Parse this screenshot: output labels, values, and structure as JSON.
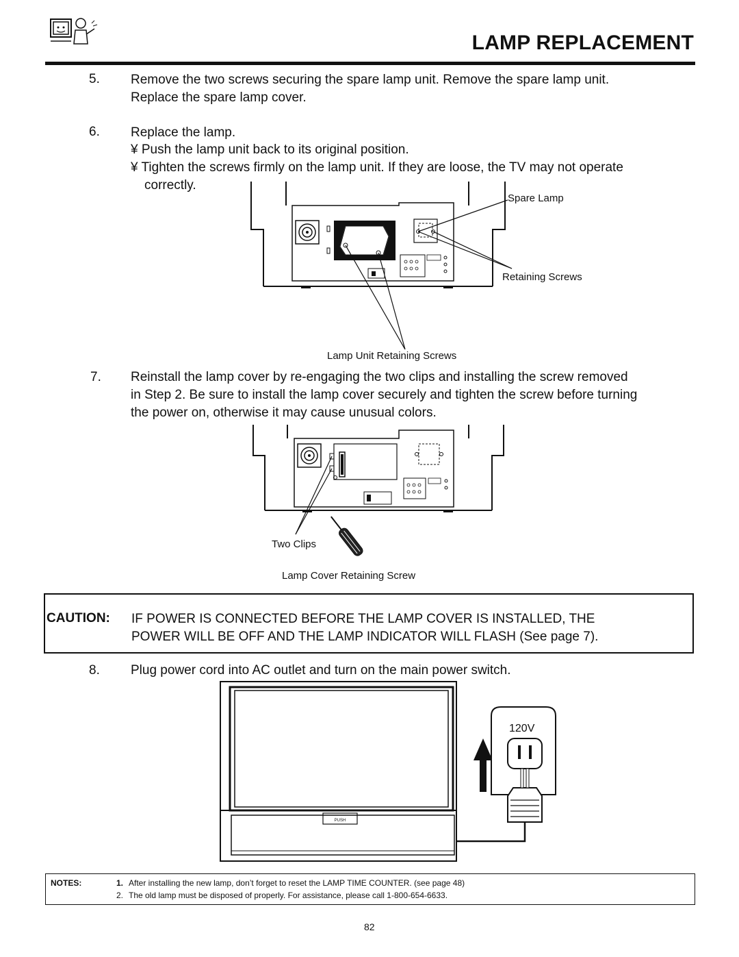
{
  "header": {
    "title": "LAMP REPLACEMENT"
  },
  "steps": [
    {
      "num": "5.",
      "lines": [
        "Remove the two screws securing the spare lamp unit.  Remove the spare lamp unit.",
        "Replace the spare lamp cover."
      ]
    },
    {
      "num": "6.",
      "lines": [
        "Replace the lamp.",
        "¥  Push the lamp unit back to its original position.",
        "¥  Tighten the screws firmly on the lamp unit.  If they are loose, the TV may not operate",
        "correctly."
      ]
    },
    {
      "num": "7.",
      "lines": [
        "Reinstall the lamp cover by re-engaging the two clips and installing the screw removed",
        "in Step 2.  Be sure to install the lamp cover securely and tighten the screw before turning",
        "the power on, otherwise it may cause unusual colors."
      ]
    },
    {
      "num": "8.",
      "lines": [
        "Plug power cord into AC outlet and turn on the main power switch."
      ]
    }
  ],
  "figure1": {
    "spare_lamp": "Spare Lamp",
    "retaining_screws": "Retaining Screws",
    "lamp_unit_retaining_screws": "Lamp Unit Retaining Screws"
  },
  "figure2": {
    "two_clips": "Two Clips",
    "lamp_cover_retaining_screw": "Lamp Cover Retaining Screw"
  },
  "caution": {
    "label": "CAUTION:",
    "lines": [
      "IF POWER IS CONNECTED BEFORE THE LAMP COVER IS INSTALLED, THE",
      "POWER WILL BE OFF AND THE LAMP INDICATOR WILL FLASH (See page 7)."
    ]
  },
  "figure3": {
    "voltage": "120V",
    "push_label": "PUSH"
  },
  "notes": {
    "label": "NOTES:",
    "items": [
      {
        "num": "1.",
        "text": "After installing the new lamp, don’t forget to reset the LAMP TIME COUNTER.  (see page 48)"
      },
      {
        "num": "2.",
        "text": "The old lamp must be disposed of properly.  For assistance, please call 1-800-654-6633."
      }
    ]
  },
  "footer": {
    "page_number": "82"
  }
}
